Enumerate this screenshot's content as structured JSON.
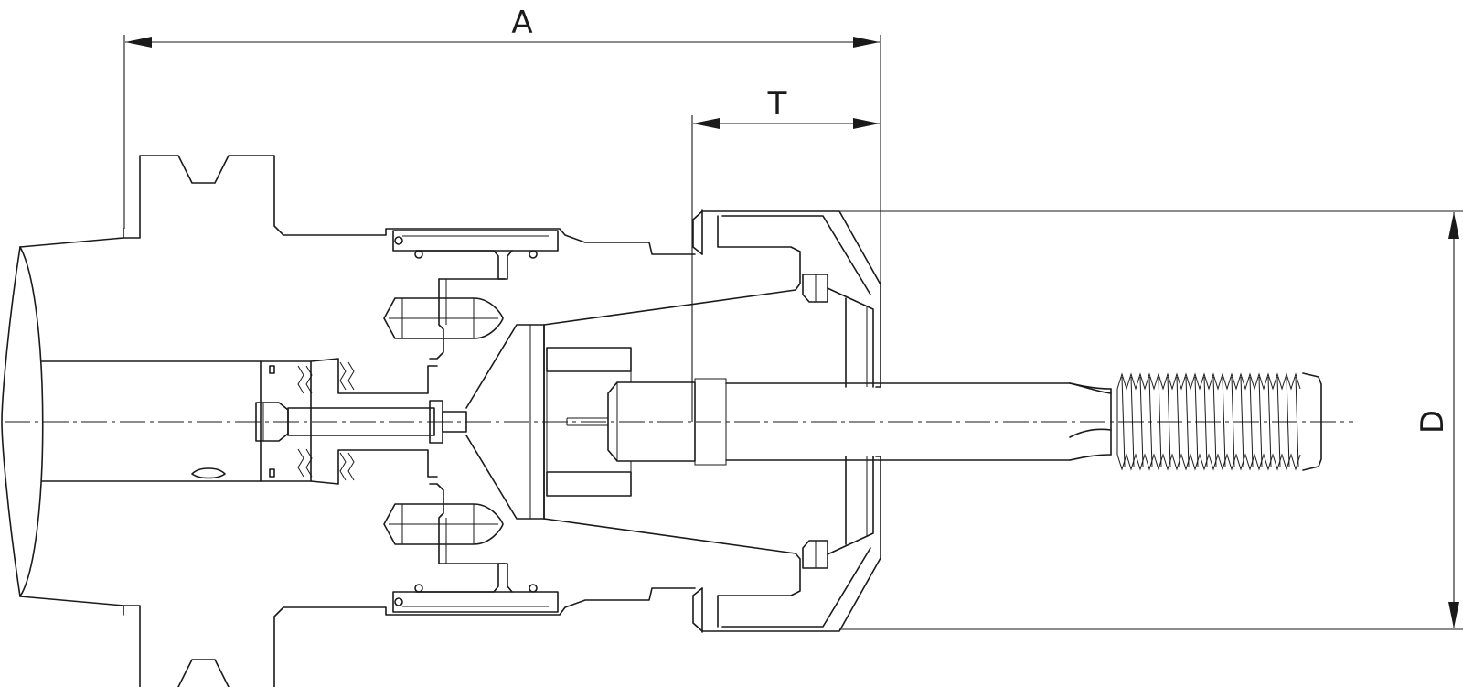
{
  "dimensions": {
    "a": "A",
    "t": "T",
    "d": "D"
  },
  "colors": {
    "line": "#1a1a1a",
    "background": "#ffffff"
  }
}
